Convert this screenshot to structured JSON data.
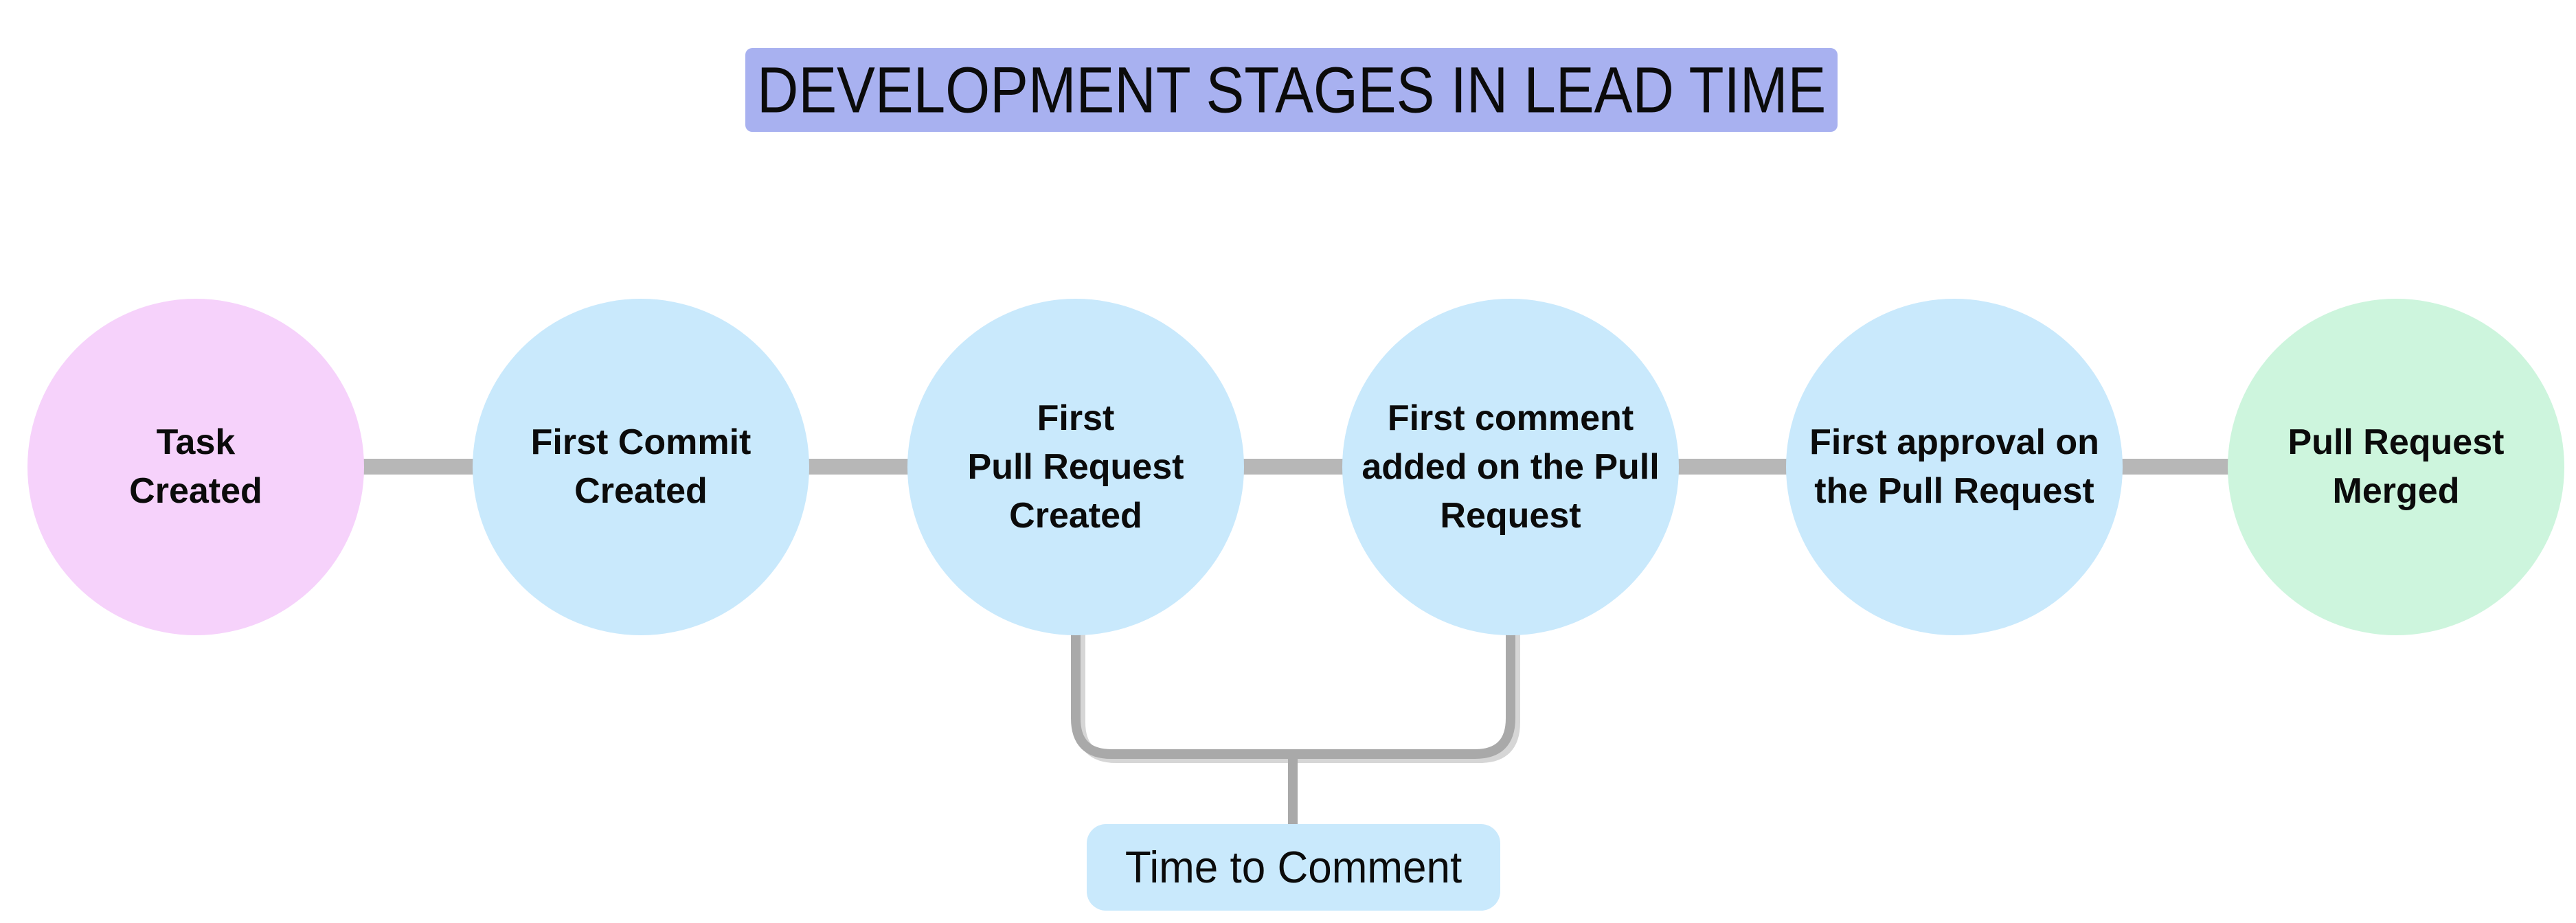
{
  "title": {
    "text": "DEVELOPMENT STAGES IN LEAD TIME",
    "bg": "#a8b1f0"
  },
  "stages": [
    {
      "id": "task-created",
      "lines": [
        "Task",
        "Created"
      ],
      "color": "#f6d2fb"
    },
    {
      "id": "first-commit-created",
      "lines": [
        "First Commit",
        "Created"
      ],
      "color": "#c9e9fc"
    },
    {
      "id": "first-pull-request-created",
      "lines": [
        "First",
        "Pull Request",
        "Created"
      ],
      "color": "#c9e9fc"
    },
    {
      "id": "first-comment-added",
      "lines": [
        "First comment",
        "added on the Pull",
        "Request"
      ],
      "color": "#c9e9fc"
    },
    {
      "id": "first-approval",
      "lines": [
        "First approval on",
        "the Pull Request"
      ],
      "color": "#c9e9fc"
    },
    {
      "id": "pull-request-merged",
      "lines": [
        "Pull Request",
        "Merged"
      ],
      "color": "#cdf5dd"
    }
  ],
  "annotation": {
    "label": "Time to Comment",
    "bg": "#c9e9fc"
  },
  "colors": {
    "background": "#ffffff",
    "connector": "#b7b7b7",
    "bracket": "#a9a9a9",
    "bracket_shadow": "#d6d6d6",
    "text": "#0b0b0b"
  }
}
